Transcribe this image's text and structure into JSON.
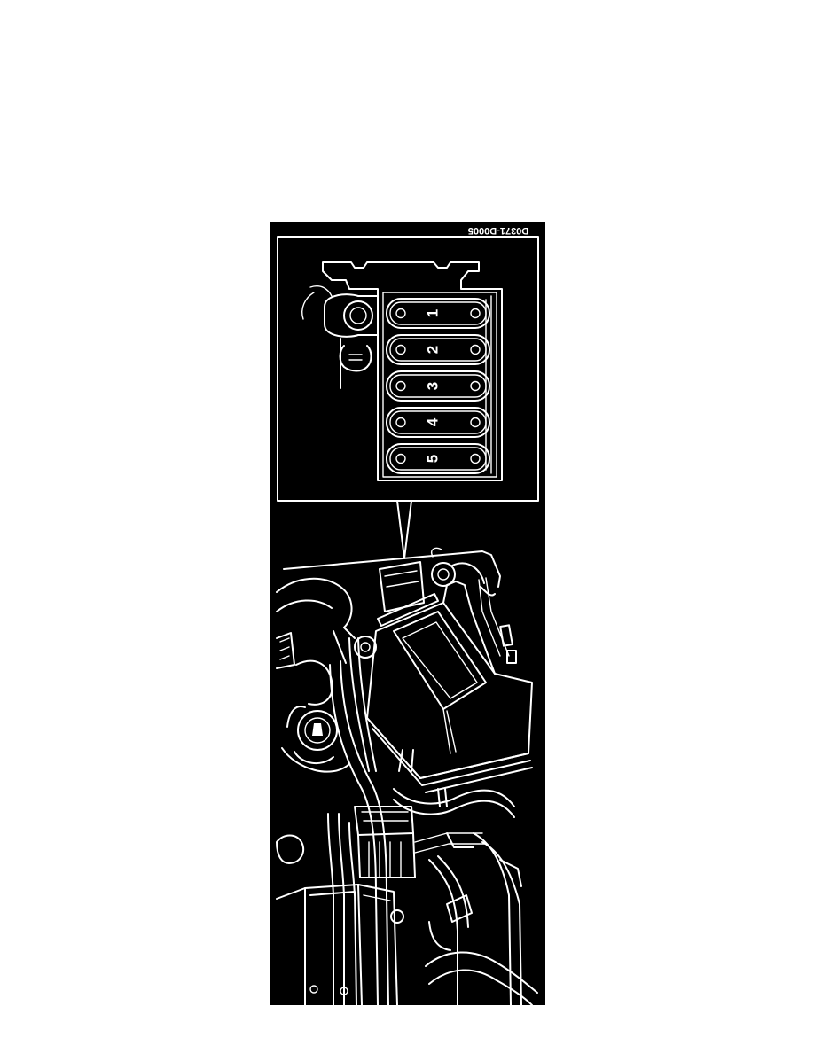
{
  "figure": {
    "code": "D0371-D0005",
    "cylinder_labels": [
      "1",
      "2",
      "3",
      "4",
      "5"
    ],
    "colors": {
      "background": "#000000",
      "linework": "#ffffff",
      "page": "#ffffff"
    }
  }
}
